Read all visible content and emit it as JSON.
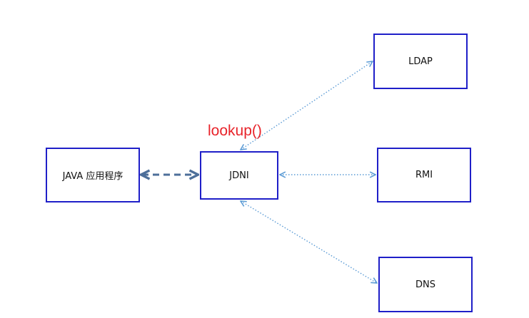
{
  "nodes": {
    "java": "JAVA 应用程序",
    "jndi": "JDNI",
    "ldap": "LDAP",
    "rmi": "RMI",
    "dns": "DNS"
  },
  "call_label": "lookup()",
  "colors": {
    "box_border": "#1f1fc8",
    "dashed_arrow": "#4d6f9a",
    "dotted_arrow": "#5b9bd5",
    "call_label": "#e8232a"
  }
}
